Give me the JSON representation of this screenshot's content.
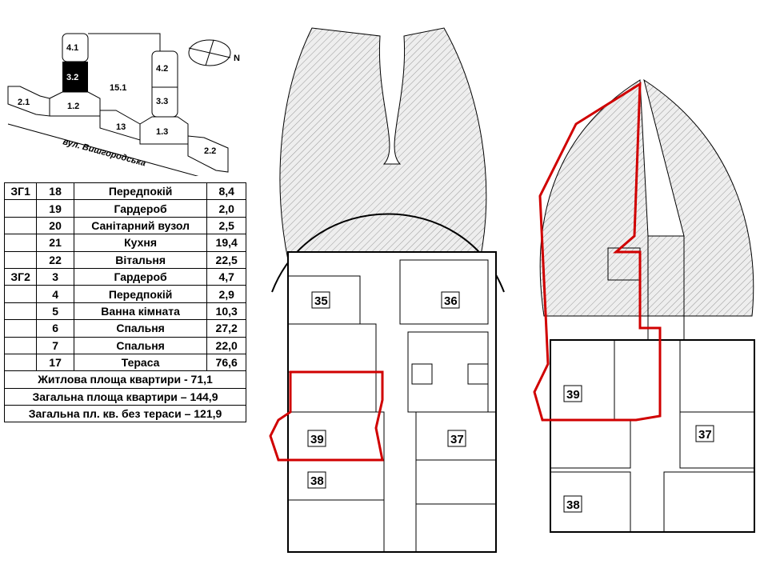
{
  "site_plan": {
    "blocks": [
      "4.1",
      "3.2",
      "15.1",
      "4.2",
      "3.3",
      "2.1",
      "1.2",
      "13",
      "1.3",
      "2.2"
    ],
    "street": "вул. Вишгородська",
    "north": "N"
  },
  "table": {
    "rows": [
      [
        "ЗГ1",
        "18",
        "Передпокій",
        "8,4"
      ],
      [
        "",
        "19",
        "Гардероб",
        "2,0"
      ],
      [
        "",
        "20",
        "Санітарний вузол",
        "2,5"
      ],
      [
        "",
        "21",
        "Кухня",
        "19,4"
      ],
      [
        "",
        "22",
        "Вітальня",
        "22,5"
      ],
      [
        "ЗГ2",
        "3",
        "Гардероб",
        "4,7"
      ],
      [
        "",
        "4",
        "Передпокій",
        "2,9"
      ],
      [
        "",
        "5",
        "Ванна кімната",
        "10,3"
      ],
      [
        "",
        "6",
        "Спальня",
        "27,2"
      ],
      [
        "",
        "7",
        "Спальня",
        "22,0"
      ],
      [
        "",
        "17",
        "Тераса",
        "76,6"
      ]
    ],
    "summary": [
      "Житлова площа квартири - 71,1",
      "Загальна площа квартири – 144,9",
      "Загальна пл. кв. без тераси – 121,9"
    ]
  },
  "plan_left": {
    "units": [
      "35",
      "36",
      "37",
      "38",
      "39"
    ]
  },
  "plan_right": {
    "units": [
      "39",
      "37",
      "38"
    ]
  },
  "colors": {
    "highlight": "#d00000",
    "hatch": "#d8d8d8"
  }
}
